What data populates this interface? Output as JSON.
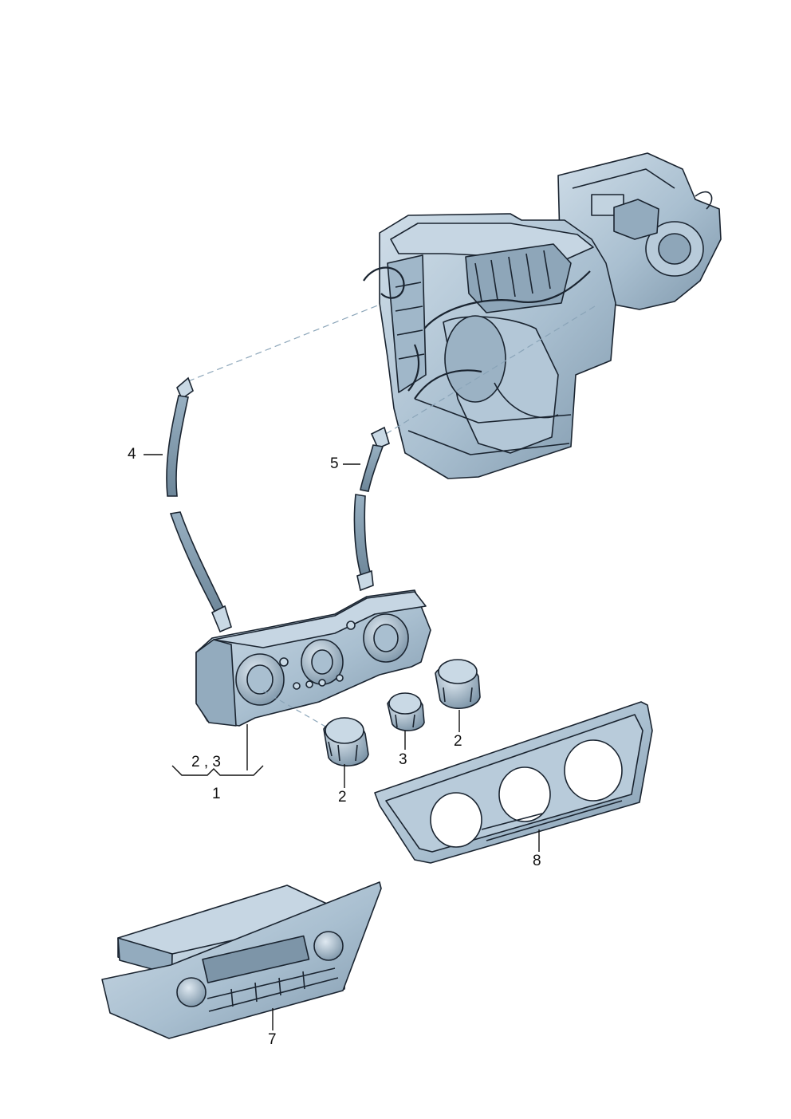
{
  "diagram": {
    "parts": [
      {
        "id": "heater-unit",
        "name": "heater-and-blower-unit"
      },
      {
        "id": "control-panel",
        "name": "climate-control-panel"
      },
      {
        "id": "knob",
        "name": "control-knob"
      },
      {
        "id": "shaft-4",
        "name": "extension-shaft-4"
      },
      {
        "id": "shaft-5",
        "name": "extension-shaft-5"
      },
      {
        "id": "trim-8",
        "name": "trim-frame"
      },
      {
        "id": "unit-7",
        "name": "climatronic-control-unit"
      }
    ],
    "labels": {
      "l1": "1",
      "l23": "2 , 3",
      "l2a": "2",
      "l2b": "2",
      "l3": "3",
      "l4": "4",
      "l5": "5",
      "l7": "7",
      "l8": "8"
    },
    "colors": {
      "part_fill": "#a9bfd0",
      "part_light": "#c9d9e5",
      "part_dark": "#7f98ac",
      "outline": "#1a2430",
      "leader": "#111111",
      "dash": "#8aa4b8"
    }
  }
}
